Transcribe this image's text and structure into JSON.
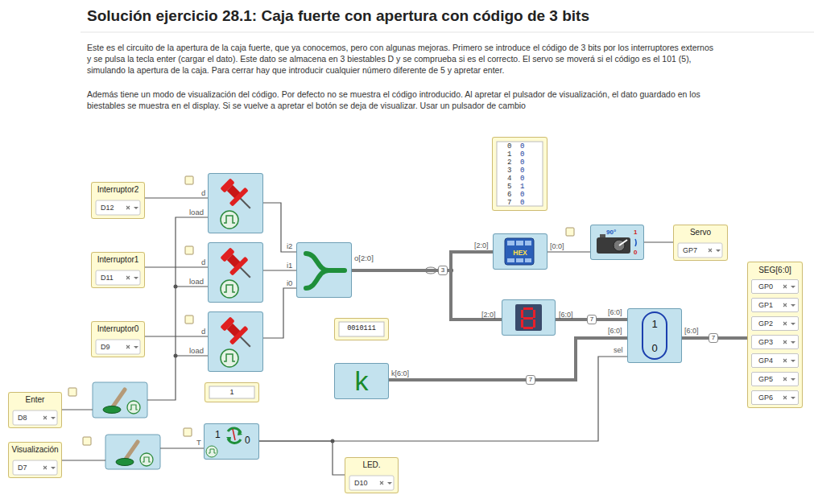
{
  "diagram": {
    "title": "Solución ejercicio 28.1: Caja fuerte con apertura con código de 3 bits",
    "nodes": [
      {
        "text": [
          "0",
          "0",
          "1",
          "0",
          "2",
          "0",
          "3",
          "0",
          "4",
          "0",
          "5",
          "1",
          "6",
          "0",
          "7",
          "0"
        ]
      },
      {
        "text": [
          "Interruptor2",
          "D12"
        ]
      },
      {
        "text": [
          "d",
          "load"
        ]
      },
      {
        "text": [
          "90°",
          "1",
          "0"
        ]
      },
      {
        "text": [
          "Servo",
          "GP7"
        ]
      },
      {
        "text": [
          "[2:0]",
          "[0:0]",
          "HEX"
        ]
      },
      {
        "text": [
          "Interruptor1",
          "D11"
        ]
      },
      {
        "text": [
          "d",
          "load"
        ]
      },
      {
        "text": [
          "i2",
          "i1",
          "i0",
          "o[2:0]"
        ]
      },
      {
        "text": [
          "SEG[6:0]"
        ]
      },
      {
        "text": [
          "GP0"
        ],
        "in": 9
      },
      {
        "text": [
          "GP1"
        ],
        "in": 9
      },
      {
        "text": [
          "GP2"
        ],
        "in": 9
      },
      {
        "text": [
          "GP3"
        ],
        "in": 9
      },
      {
        "text": [
          "GP4"
        ],
        "in": 9
      },
      {
        "text": [
          "GP5"
        ],
        "in": 9
      },
      {
        "text": [
          "GP6"
        ],
        "in": 9
      },
      {
        "text": [
          "[2:0]",
          "[6:0]"
        ]
      },
      {
        "text": [
          "[6:0]",
          "[6:0]",
          "sel",
          "[6:0]",
          "1",
          "0"
        ]
      },
      {
        "text": [
          "Interruptor0",
          "D9"
        ]
      },
      {
        "text": [
          "d",
          "load"
        ]
      },
      {
        "text": [
          "0010111"
        ]
      },
      {
        "text": [
          "k",
          "k[6:0]"
        ]
      },
      {
        "text": [
          "1"
        ]
      },
      {
        "text": [
          "Enter",
          "D8"
        ]
      },
      {
        "text": [
          "T",
          "1",
          "0"
        ]
      },
      {
        "text": [
          "Visualización",
          "D7"
        ]
      },
      {
        "text": [
          "LED.",
          "D10"
        ]
      }
    ],
    "edges": [
      {
        "from": 1,
        "to": 2,
        "arrow": "none"
      },
      {
        "from": 6,
        "to": 7,
        "arrow": "none"
      },
      {
        "from": 19,
        "to": 20,
        "arrow": "none"
      },
      {
        "from": 2,
        "to": 8,
        "arrow": "none"
      },
      {
        "from": 7,
        "to": 8,
        "arrow": "none"
      },
      {
        "from": 20,
        "to": 8,
        "arrow": "none"
      },
      {
        "from": 8,
        "to": 5,
        "label": "3",
        "arrow": "none"
      },
      {
        "from": 8,
        "to": 17,
        "arrow": "none"
      },
      {
        "from": 5,
        "to": 3,
        "arrow": "none"
      },
      {
        "from": 3,
        "to": 4,
        "arrow": "none"
      },
      {
        "from": 17,
        "to": 18,
        "label": "7",
        "arrow": "none"
      },
      {
        "from": 22,
        "to": 18,
        "label": "7",
        "arrow": "none"
      },
      {
        "from": 18,
        "to": 9,
        "label": "7",
        "arrow": "none"
      },
      {
        "from": 25,
        "to": 18,
        "arrow": "none"
      },
      {
        "from": 25,
        "to": 27,
        "arrow": "none"
      }
    ],
    "labels": [
      "Este es el circuito de la apertura de la caja fuerte, que ya conocemos, pero con algunas mejoras. Primero se introduce el código de 3 bits por los interruptores externos y se pulsa la tecla enter (cargar el dato). Este dato se almacena en 3 biestables D y se comprueba si es el correcto. El servo se moverá si el código es el 101 (5), simulando la apertura de la caja. Para cerrar hay que introducir cualquier número diferente de 5 y apretar enter.",
      "Además tiene un modo de visualización del código. Por defecto no se muestra el código introducido. Al apretar el pulsador de visualización, el dato guardado en los biestables se muestra en el display. Si se vuelve a apretar el botón se deja de visualizar. Usar un pulsador de cambio"
    ]
  }
}
